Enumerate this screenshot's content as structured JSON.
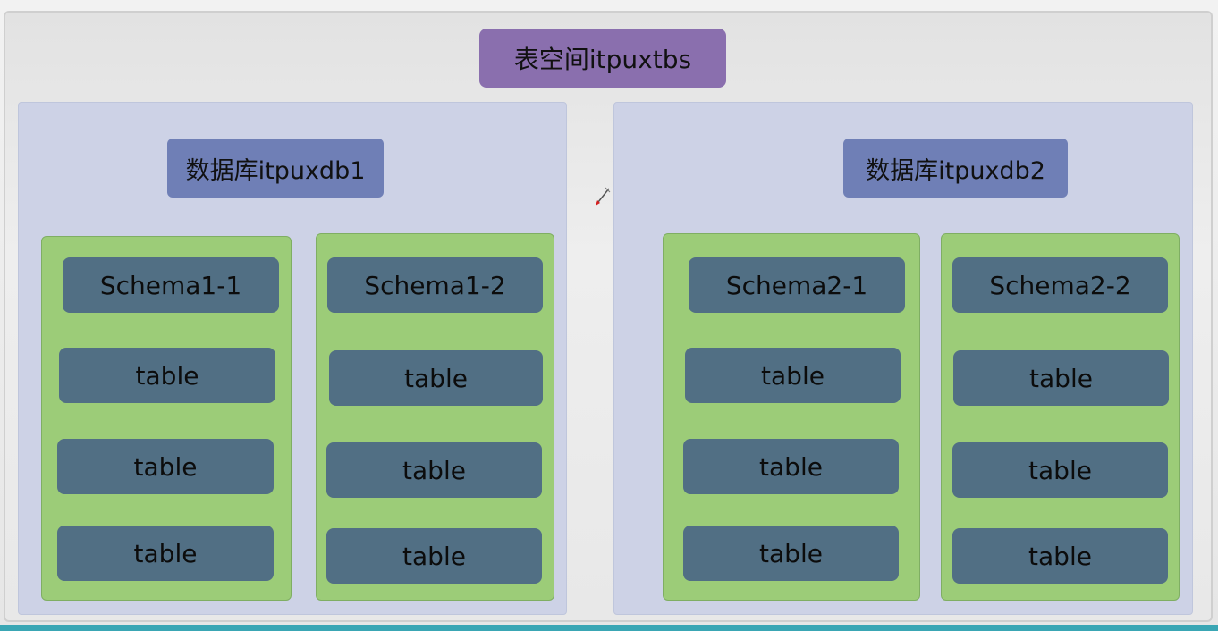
{
  "tablespace": {
    "label": "表空间itpuxtbs"
  },
  "databases": [
    {
      "label": "数据库itpuxdb1",
      "schemas": [
        {
          "label": "Schema1-1",
          "tables": [
            "table",
            "table",
            "table"
          ]
        },
        {
          "label": "Schema1-2",
          "tables": [
            "table",
            "table",
            "table"
          ]
        }
      ]
    },
    {
      "label": "数据库itpuxdb2",
      "schemas": [
        {
          "label": "Schema2-1",
          "tables": [
            "table",
            "table",
            "table"
          ]
        },
        {
          "label": "Schema2-2",
          "tables": [
            "table",
            "table",
            "table"
          ]
        }
      ]
    }
  ],
  "colors": {
    "tablespace": "#8a6fae",
    "database_panel": "#cdd2e6",
    "database_title": "#6f7fb6",
    "schema_panel": "#9ccc78",
    "item": "#516f84",
    "accent_bar": "#3aa6b4"
  },
  "icons": {
    "cursor": "pen-cursor-icon"
  }
}
